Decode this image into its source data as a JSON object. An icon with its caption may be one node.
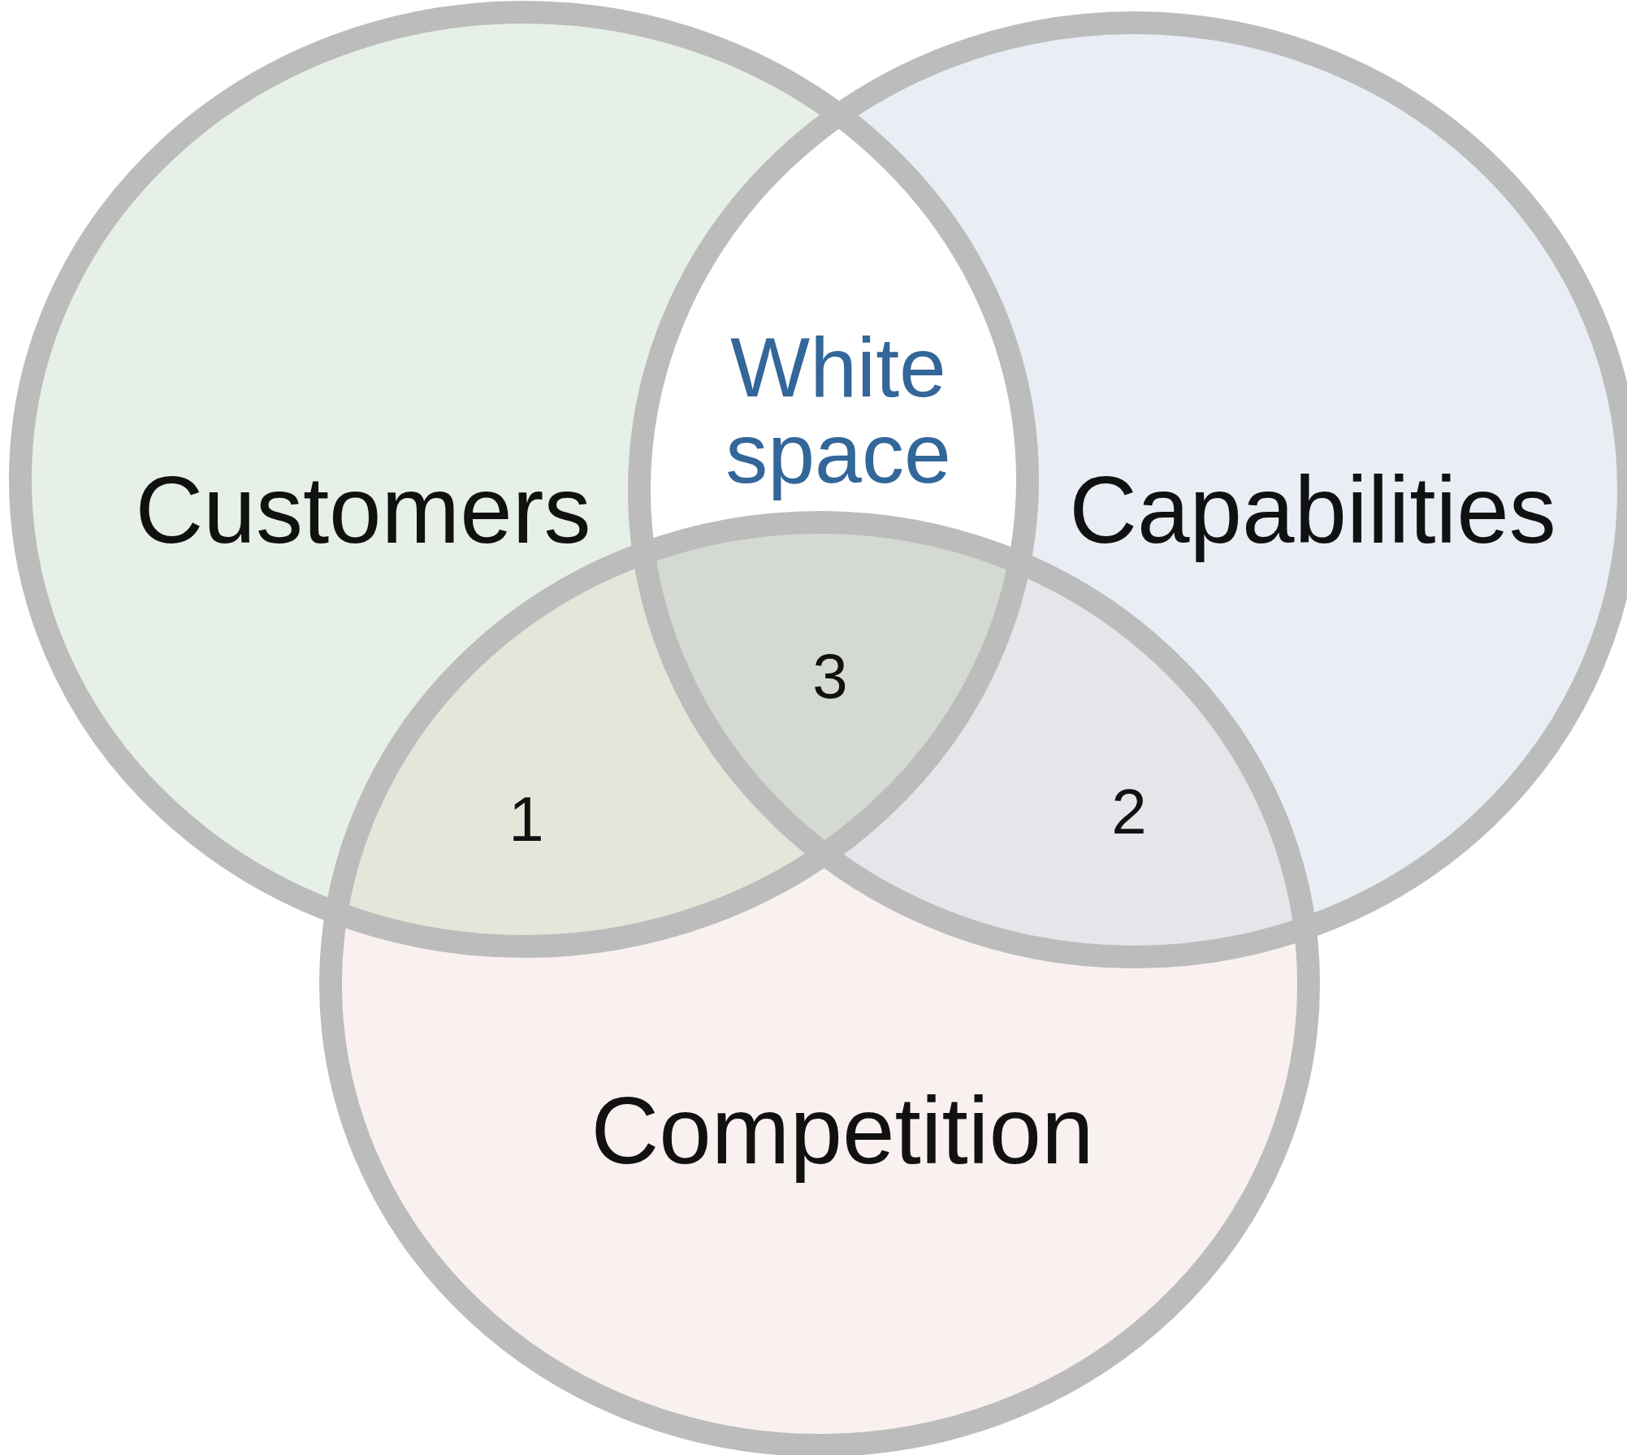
{
  "diagram": {
    "nodes": [
      {
        "text": [
          "Customers"
        ]
      },
      {
        "text": [
          "Capabilities"
        ]
      },
      {
        "text": [
          "Competition"
        ]
      }
    ],
    "labels": [
      "White space",
      "1",
      "2",
      "3"
    ]
  }
}
